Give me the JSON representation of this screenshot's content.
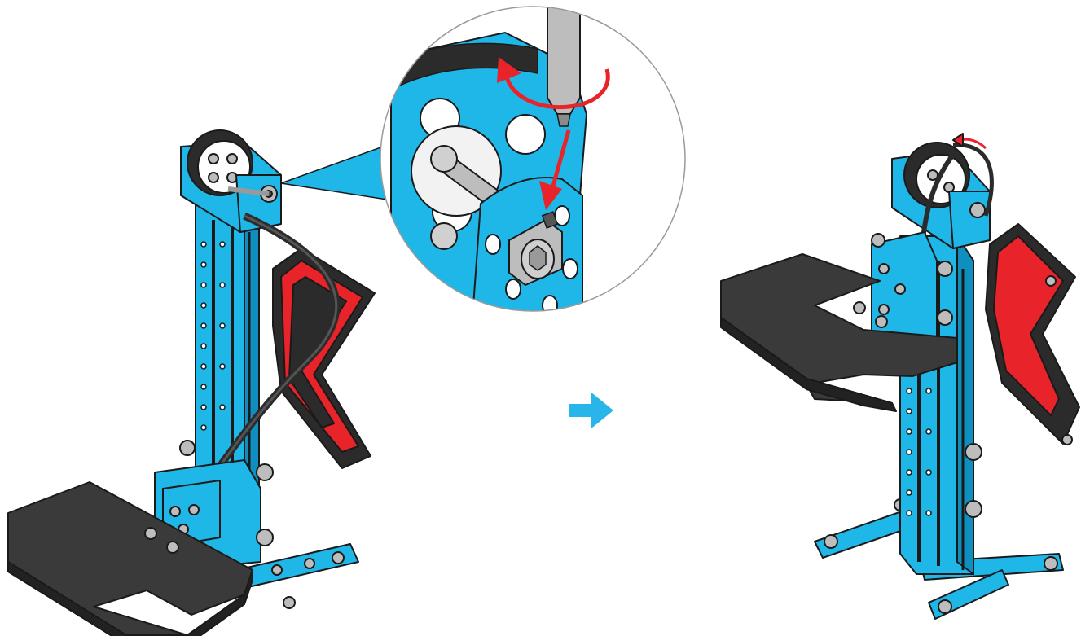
{
  "figure": {
    "steps": [
      "before",
      "after"
    ],
    "transition": "right-arrow",
    "callout": "zoom-on-set-screw"
  },
  "colors": {
    "frame_blue": "#1fb6e8",
    "frame_blue_dark": "#0f8fbf",
    "outline": "#1a1a1a",
    "plate": "#3a3a3a",
    "plate_side": "#222222",
    "accent_red": "#e8232a",
    "arrow_blue": "#27b5ea",
    "metal": "#bdbdbd",
    "belt": "#2b2b2b"
  },
  "icons": [
    "rotate-arrow-icon",
    "insert-arrow-icon",
    "hex-key-icon",
    "step-arrow-icon"
  ]
}
